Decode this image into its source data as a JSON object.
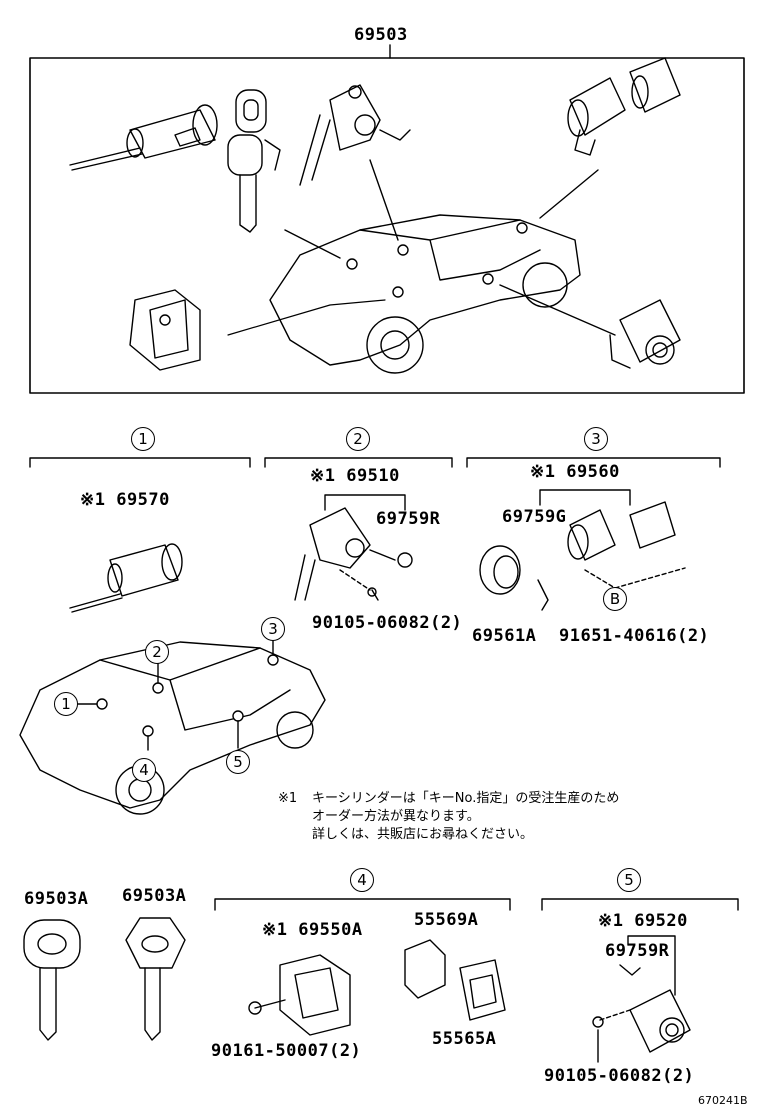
{
  "main_part": "69503",
  "sections": {
    "s1": {
      "num": "1",
      "part": "※1 69570"
    },
    "s2": {
      "num": "2",
      "part": "※1 69510",
      "part_r": "69759R",
      "bolt": "90105-06082(2)"
    },
    "s3": {
      "num": "3",
      "part": "※1 69560",
      "part_g": "69759G",
      "part_a": "69561A",
      "bolt": "91651-40616(2)",
      "ref": "B"
    },
    "s4": {
      "num": "4",
      "part": "※1 69550A",
      "part_b": "55569A",
      "part_c": "55565A",
      "bolt": "90161-50007(2)"
    },
    "s5": {
      "num": "5",
      "part": "※1 69520",
      "part_r": "69759R",
      "bolt": "90105-06082(2)"
    }
  },
  "car_markers": [
    "1",
    "2",
    "3",
    "4",
    "5"
  ],
  "keys": [
    "69503A",
    "69503A"
  ],
  "note": {
    "mark": "※1",
    "line1": "キーシリンダーは「キーNo.指定」の受注生産のため",
    "line2": "オーダー方法が異なります。",
    "line3": "詳しくは、共販店にお尋ねください。"
  },
  "drawing_id": "670241B"
}
